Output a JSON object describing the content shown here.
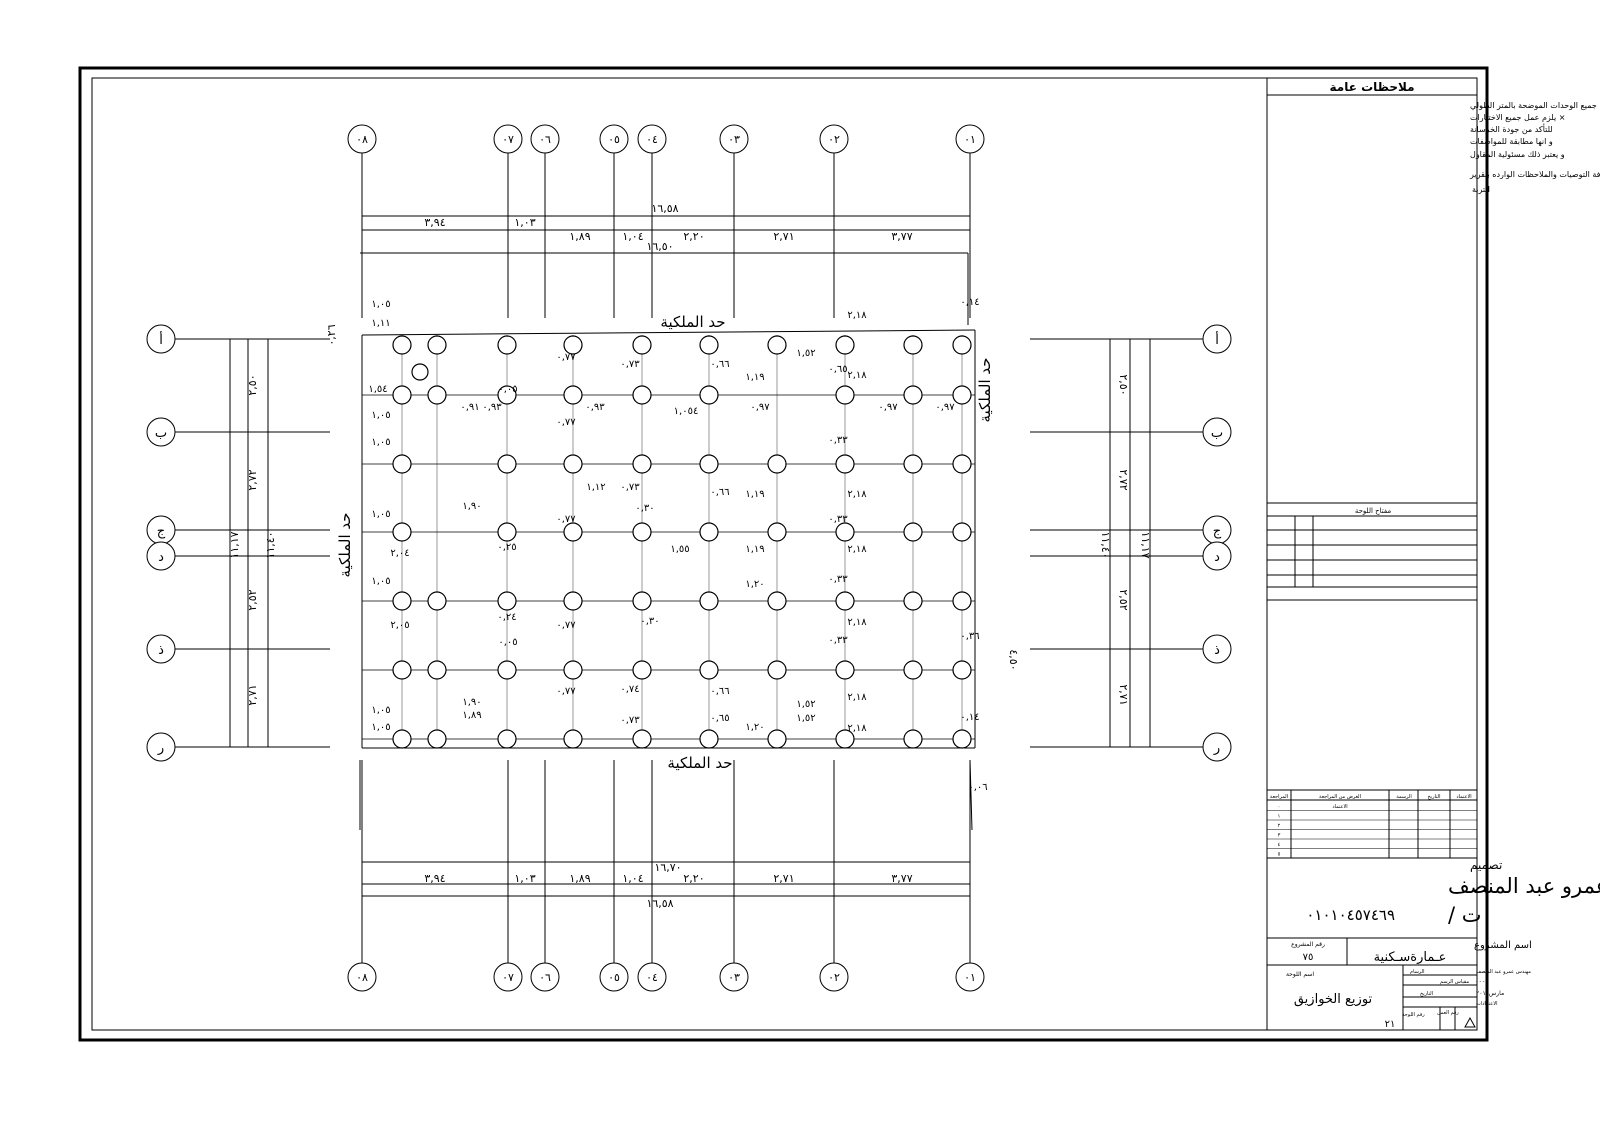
{
  "notes": {
    "title": "ملاحظات عامة",
    "items": [
      "× جميع الوحدات الموضحة بالمتر الطولي",
      "× يلزم عمل جميع الاختبارات",
      "للتأكد من جودة الخرسانة",
      "و انها مطابقة للمواصفات",
      "و يعتبر ذلك مسئولية المقاول",
      "×يجب اتباع كافة التوصيات والملاحظات الوارده بتقرير",
      "التربة"
    ]
  },
  "key_title": "مفتاح اللوحة",
  "revisions": {
    "headers": [
      "المراجعة",
      "الغرض من المراجعة",
      "الرسمة",
      "التاريخ",
      "الاعتماد"
    ],
    "rows": [
      [
        "٠",
        "الاعتماد"
      ],
      [
        "١",
        ""
      ],
      [
        "٢",
        ""
      ],
      [
        "٣",
        ""
      ],
      [
        "٤",
        ""
      ],
      [
        "٥",
        ""
      ]
    ]
  },
  "designer": {
    "label": "تصميم",
    "name": "م / عمرو عبد المنصف",
    "phone_label": "ت /",
    "phone": "٠١٠١٠٤٥٧٤٦٩"
  },
  "project": {
    "name_label": "اسم المشروع",
    "name": "عـمارةسـكنية",
    "number_label": "رقم المشروع",
    "number": "٧٥"
  },
  "sheet": {
    "name_label": "اسم اللوحة",
    "name": "توزيع الخوازيق",
    "drawn_label": "الرسام",
    "drawn": "مهندس عمرو عبد المنصف",
    "scale_label": "مقياس الرسم",
    "scale": "- - - -",
    "date_label": "التاريخ",
    "date": "مارس٢٠١٥",
    "job_label": "رقم العمل",
    "sheet_no_label": "رقم اللوحة",
    "sheet_no": "٢١",
    "approval_label": "الاعتمادات"
  },
  "grid": {
    "columns": [
      "٠٨",
      "٠٧",
      "٠٦",
      "٠٥",
      "٠٤",
      "٠٣",
      "٠٢",
      "٠١"
    ],
    "rows": [
      "أ",
      "ب",
      "ج",
      "د",
      "ذ",
      "ر"
    ]
  },
  "property_line_label": "حد الملكية",
  "dims_top": {
    "overall": "١٦,٥٨",
    "overall2": "١٦,٥٠",
    "row1": [
      "٣,٩٤",
      "١,٠٣"
    ],
    "row2": [
      "١,٨٩",
      "١,٠٤",
      "٢,٢٠",
      "٢,٧١",
      "٣,٧٧"
    ]
  },
  "dims_bottom": {
    "overall": "١٦,٧٠",
    "overall2": "١٦,٥٨",
    "row1": [
      "٣,٩٤",
      "١,٠٣",
      "١,٨٩",
      "١,٠٤",
      "٢,٢٠",
      "٢,٧١",
      "٣,٧٧"
    ]
  },
  "dims_left": [
    "٢,٥٠",
    "٢,٧٢",
    "٢,٥٢",
    "٢,٧١",
    "١١,١٧",
    "١١,٤٠",
    "٠,٢٦"
  ],
  "dims_right": [
    "٢,٥٠",
    "٢,٧٢",
    "٢,٥٢",
    "٢,٧١",
    "١١,٤٠",
    "١١,١٧",
    "٤,٥٠"
  ],
  "dims_inner": [
    "١,٠٥",
    "١,١١",
    "١,٥٤",
    "١,٠٥",
    "١,٠٥",
    "١,٠٥",
    "١,٠٥",
    "١,٠٥",
    "١,٠٥",
    "٢,١٨",
    "٢,١٨",
    "٢,١٨",
    "٢,١٨",
    "٢,١٨",
    "٢,١٨",
    "٢,١٨",
    "١,٥٢",
    "١,١٩",
    "١,١٩",
    "١,١٩",
    "١,٢٠",
    "١,٢٠",
    "١,٥٢",
    "١,٥٢",
    "١,٩٠",
    "١,٩٠",
    "١,٨٩",
    "١,١٢",
    "١,٥٥",
    "٢,٠٤",
    "٢,٠٥",
    "١,٠٥٤",
    "٠,٧٧",
    "٠,٧٧",
    "٠,٧٧",
    "٠,٧٧",
    "٠,٧٧",
    "٠,٧٣",
    "٠,٧٣",
    "٠,٧٣",
    "٠,٧٤",
    "٠,٦٦",
    "٠,٦٦",
    "٠,٦٦",
    "٠,٦٥",
    "٠,٦٥",
    "٠,٣٣",
    "٠,٣٣",
    "٠,٣٣",
    "٠,٣٣",
    "٠,٩٧",
    "٠,٩٧",
    "٠,٩٧",
    "٠,٩٣",
    "٠,٩٣",
    "٠,٩١",
    "٠,٠٥",
    "٠,٠٥",
    "٠,١٤",
    "٠,٣٠",
    "٠,٣٠",
    "٠,٢٤",
    "٠,٢٥",
    "٠,٣٦",
    "٠,١٤",
    "٠,٠٦"
  ]
}
